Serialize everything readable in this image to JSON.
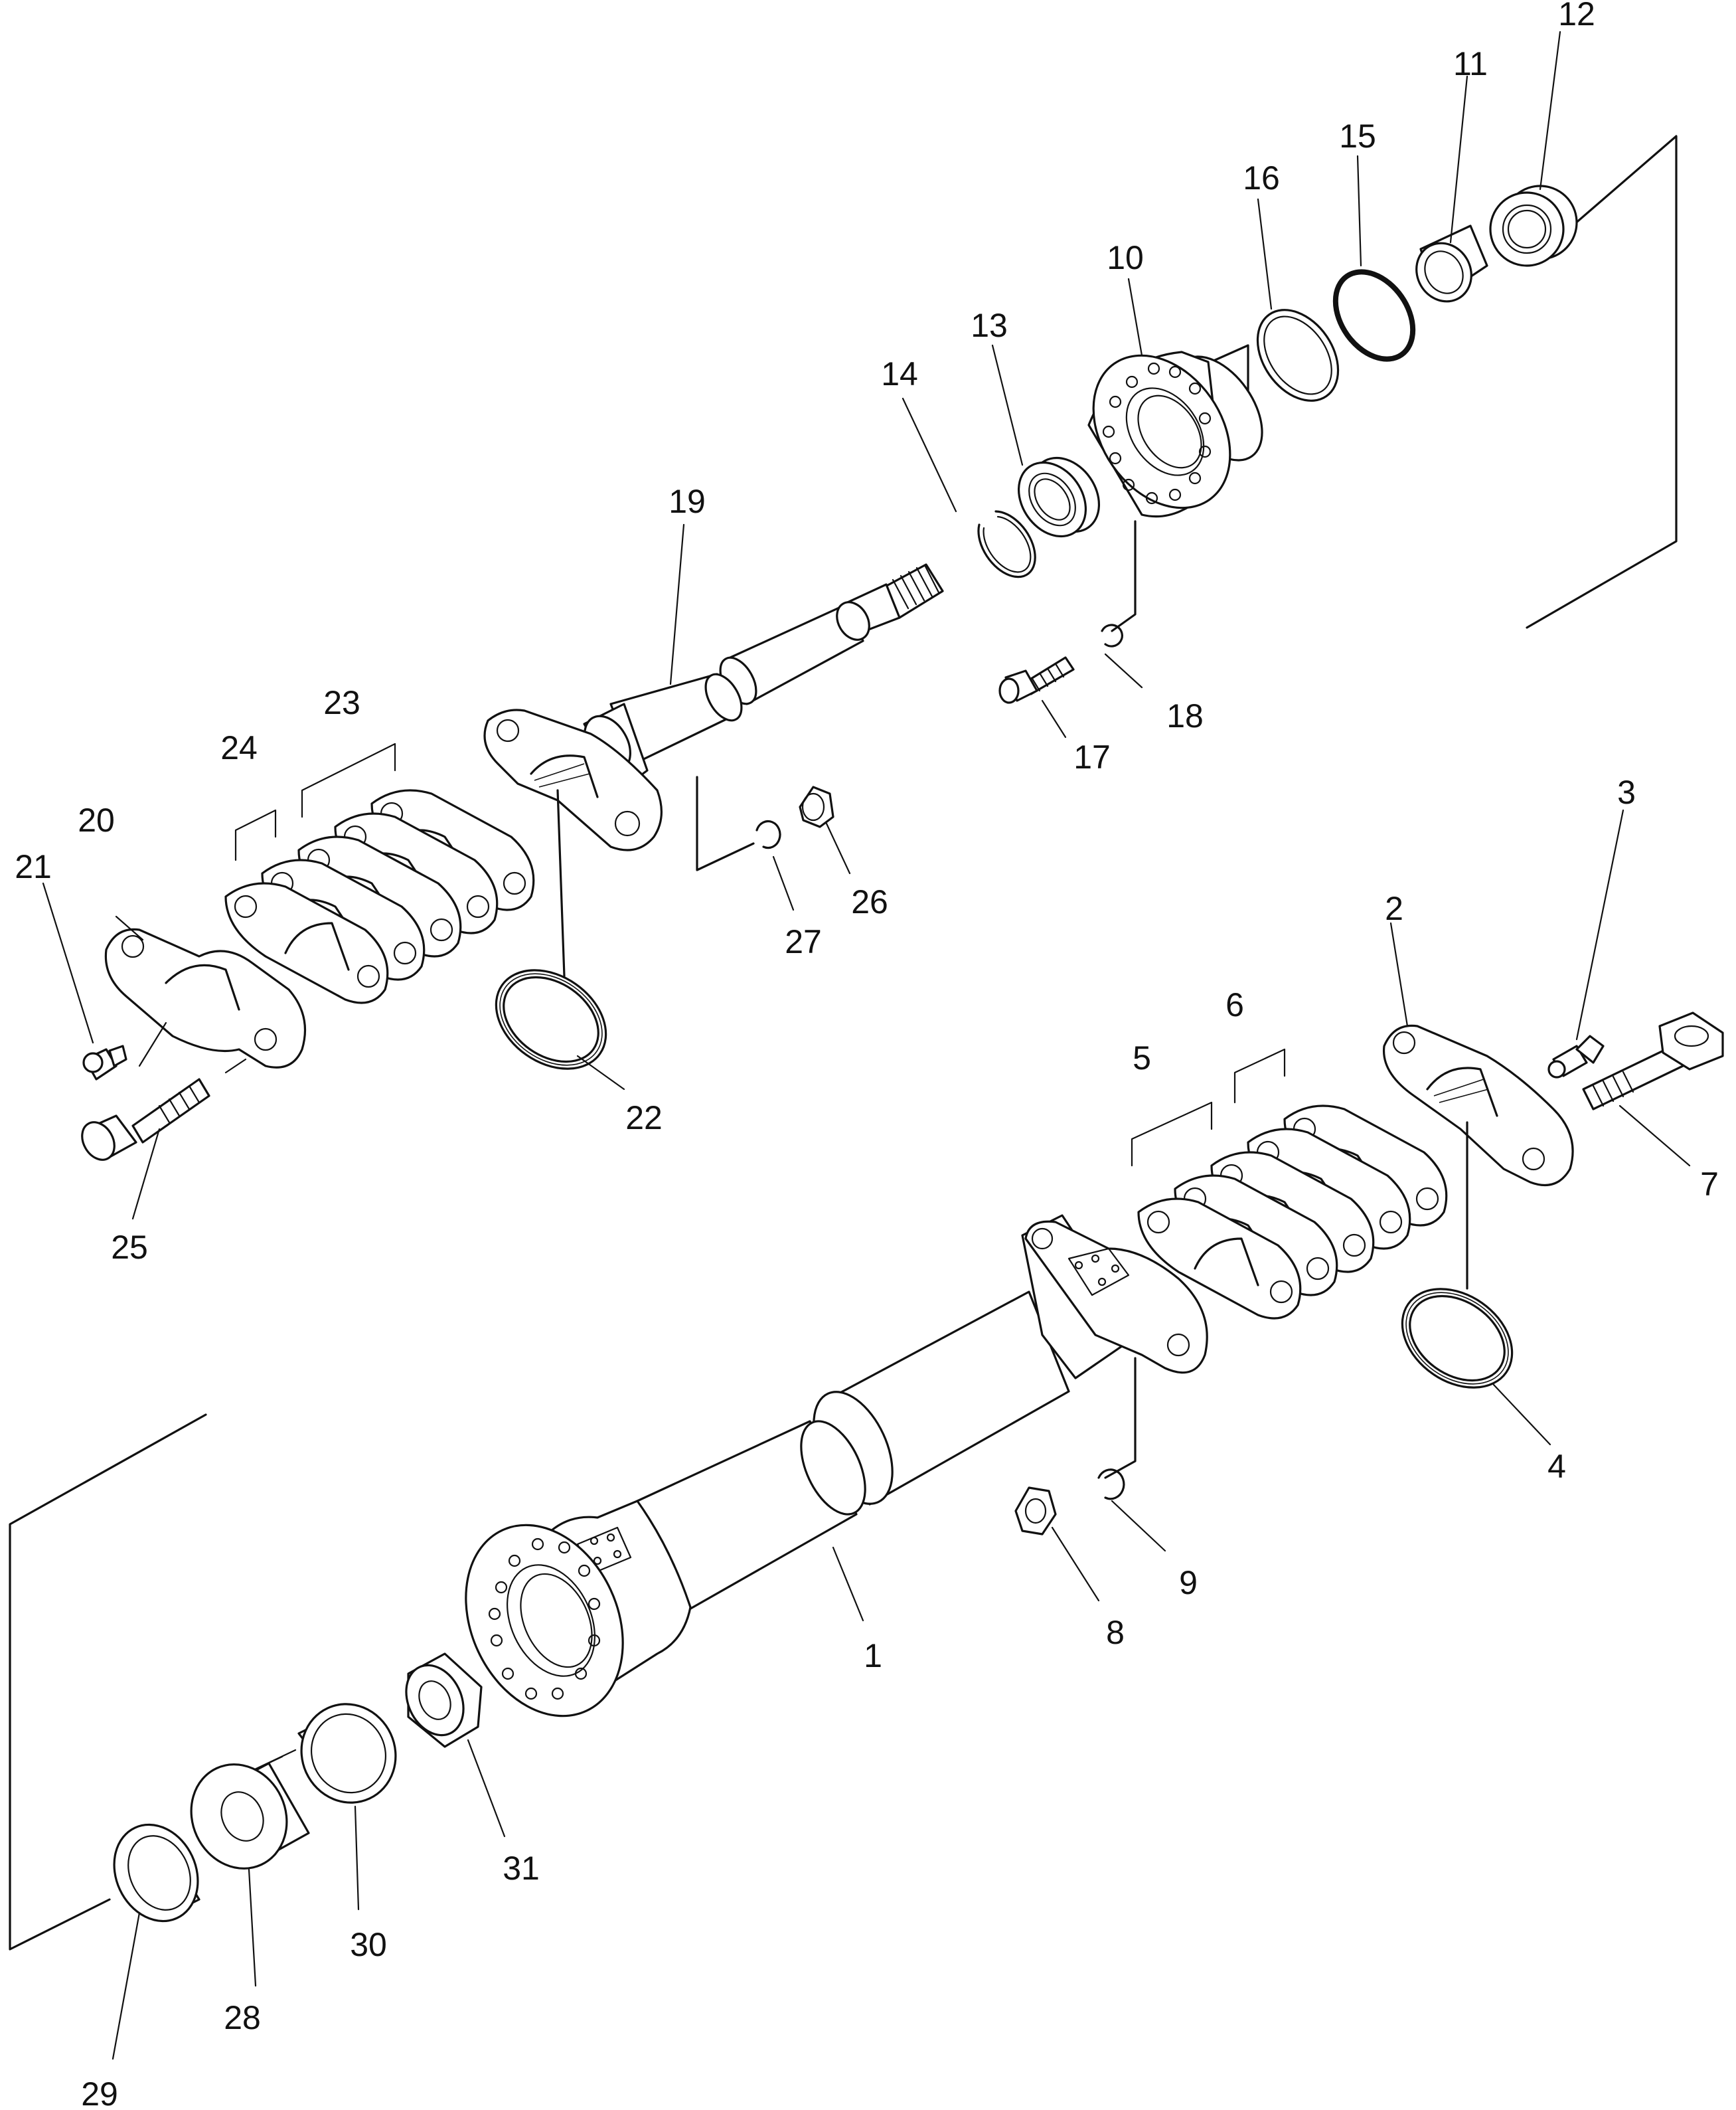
{
  "diagram": {
    "type": "exploded parts diagram",
    "callouts": [
      "1",
      "2",
      "3",
      "4",
      "5",
      "6",
      "7",
      "8",
      "9",
      "10",
      "11",
      "12",
      "13",
      "14",
      "15",
      "16",
      "17",
      "18",
      "19",
      "20",
      "21",
      "22",
      "23",
      "24",
      "25",
      "26",
      "27",
      "28",
      "29",
      "30",
      "31"
    ]
  }
}
